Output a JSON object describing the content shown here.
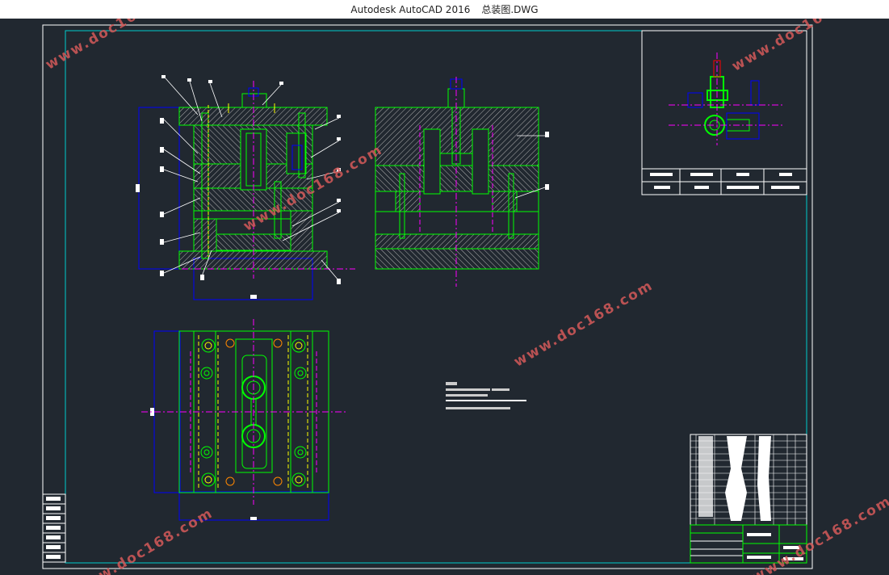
{
  "window": {
    "app_title": "Autodesk AutoCAD 2016",
    "file_name": "总装图.DWG"
  },
  "watermark": {
    "text": "www.doc168.com",
    "color": "#d55a5a"
  },
  "colors": {
    "background": "#212830",
    "part_outline": "#00ff00",
    "frame": "#ffffff",
    "inner_border": "#00cccc",
    "dimension": "#0000ff",
    "center_line": "#ff00ff",
    "hidden_line": "#ffff00"
  }
}
